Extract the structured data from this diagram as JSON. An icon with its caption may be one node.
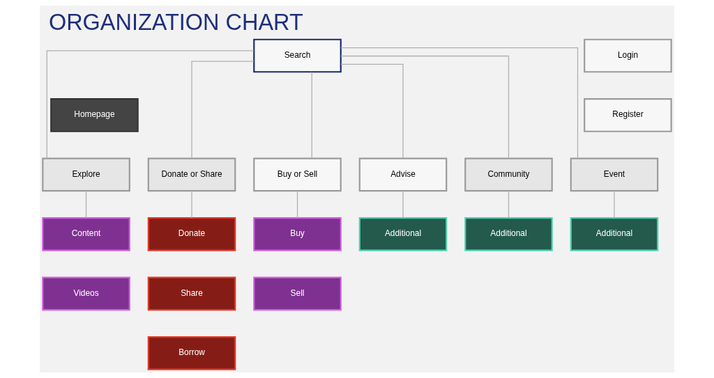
{
  "diagram": {
    "title": "ORGANIZATION CHART",
    "nodes": [
      {
        "text": [
          "Search"
        ]
      },
      {
        "text": [
          "Login"
        ]
      },
      {
        "text": [
          "Register"
        ]
      },
      {
        "text": [
          "Homepage"
        ]
      },
      {
        "text": [
          "Explore"
        ]
      },
      {
        "text": [
          "Donate or Share"
        ]
      },
      {
        "text": [
          "Buy or Sell"
        ]
      },
      {
        "text": [
          "Advise"
        ]
      },
      {
        "text": [
          "Community"
        ]
      },
      {
        "text": [
          "Event"
        ]
      },
      {
        "text": [
          "Content"
        ]
      },
      {
        "text": [
          "Videos"
        ]
      },
      {
        "text": [
          "Donate"
        ]
      },
      {
        "text": [
          "Share"
        ]
      },
      {
        "text": [
          "Borrow"
        ]
      },
      {
        "text": [
          "Buy"
        ]
      },
      {
        "text": [
          "Sell"
        ]
      },
      {
        "text": [
          "Additional"
        ]
      },
      {
        "text": [
          "Additional"
        ]
      },
      {
        "text": [
          "Additional"
        ]
      }
    ],
    "edges": [
      {
        "from": 0,
        "to": 4,
        "arrow": "none"
      },
      {
        "from": 0,
        "to": 5,
        "arrow": "none"
      },
      {
        "from": 0,
        "to": 6,
        "arrow": "none"
      },
      {
        "from": 0,
        "to": 7,
        "arrow": "none"
      },
      {
        "from": 0,
        "to": 8,
        "arrow": "none"
      },
      {
        "from": 0,
        "to": 9,
        "arrow": "none"
      },
      {
        "from": 4,
        "to": 10,
        "arrow": "none"
      },
      {
        "from": 5,
        "to": 12,
        "arrow": "none"
      },
      {
        "from": 6,
        "to": 15,
        "arrow": "none"
      },
      {
        "from": 7,
        "to": 17,
        "arrow": "none"
      },
      {
        "from": 8,
        "to": 18,
        "arrow": "none"
      },
      {
        "from": 9,
        "to": 19,
        "arrow": "none"
      }
    ]
  }
}
